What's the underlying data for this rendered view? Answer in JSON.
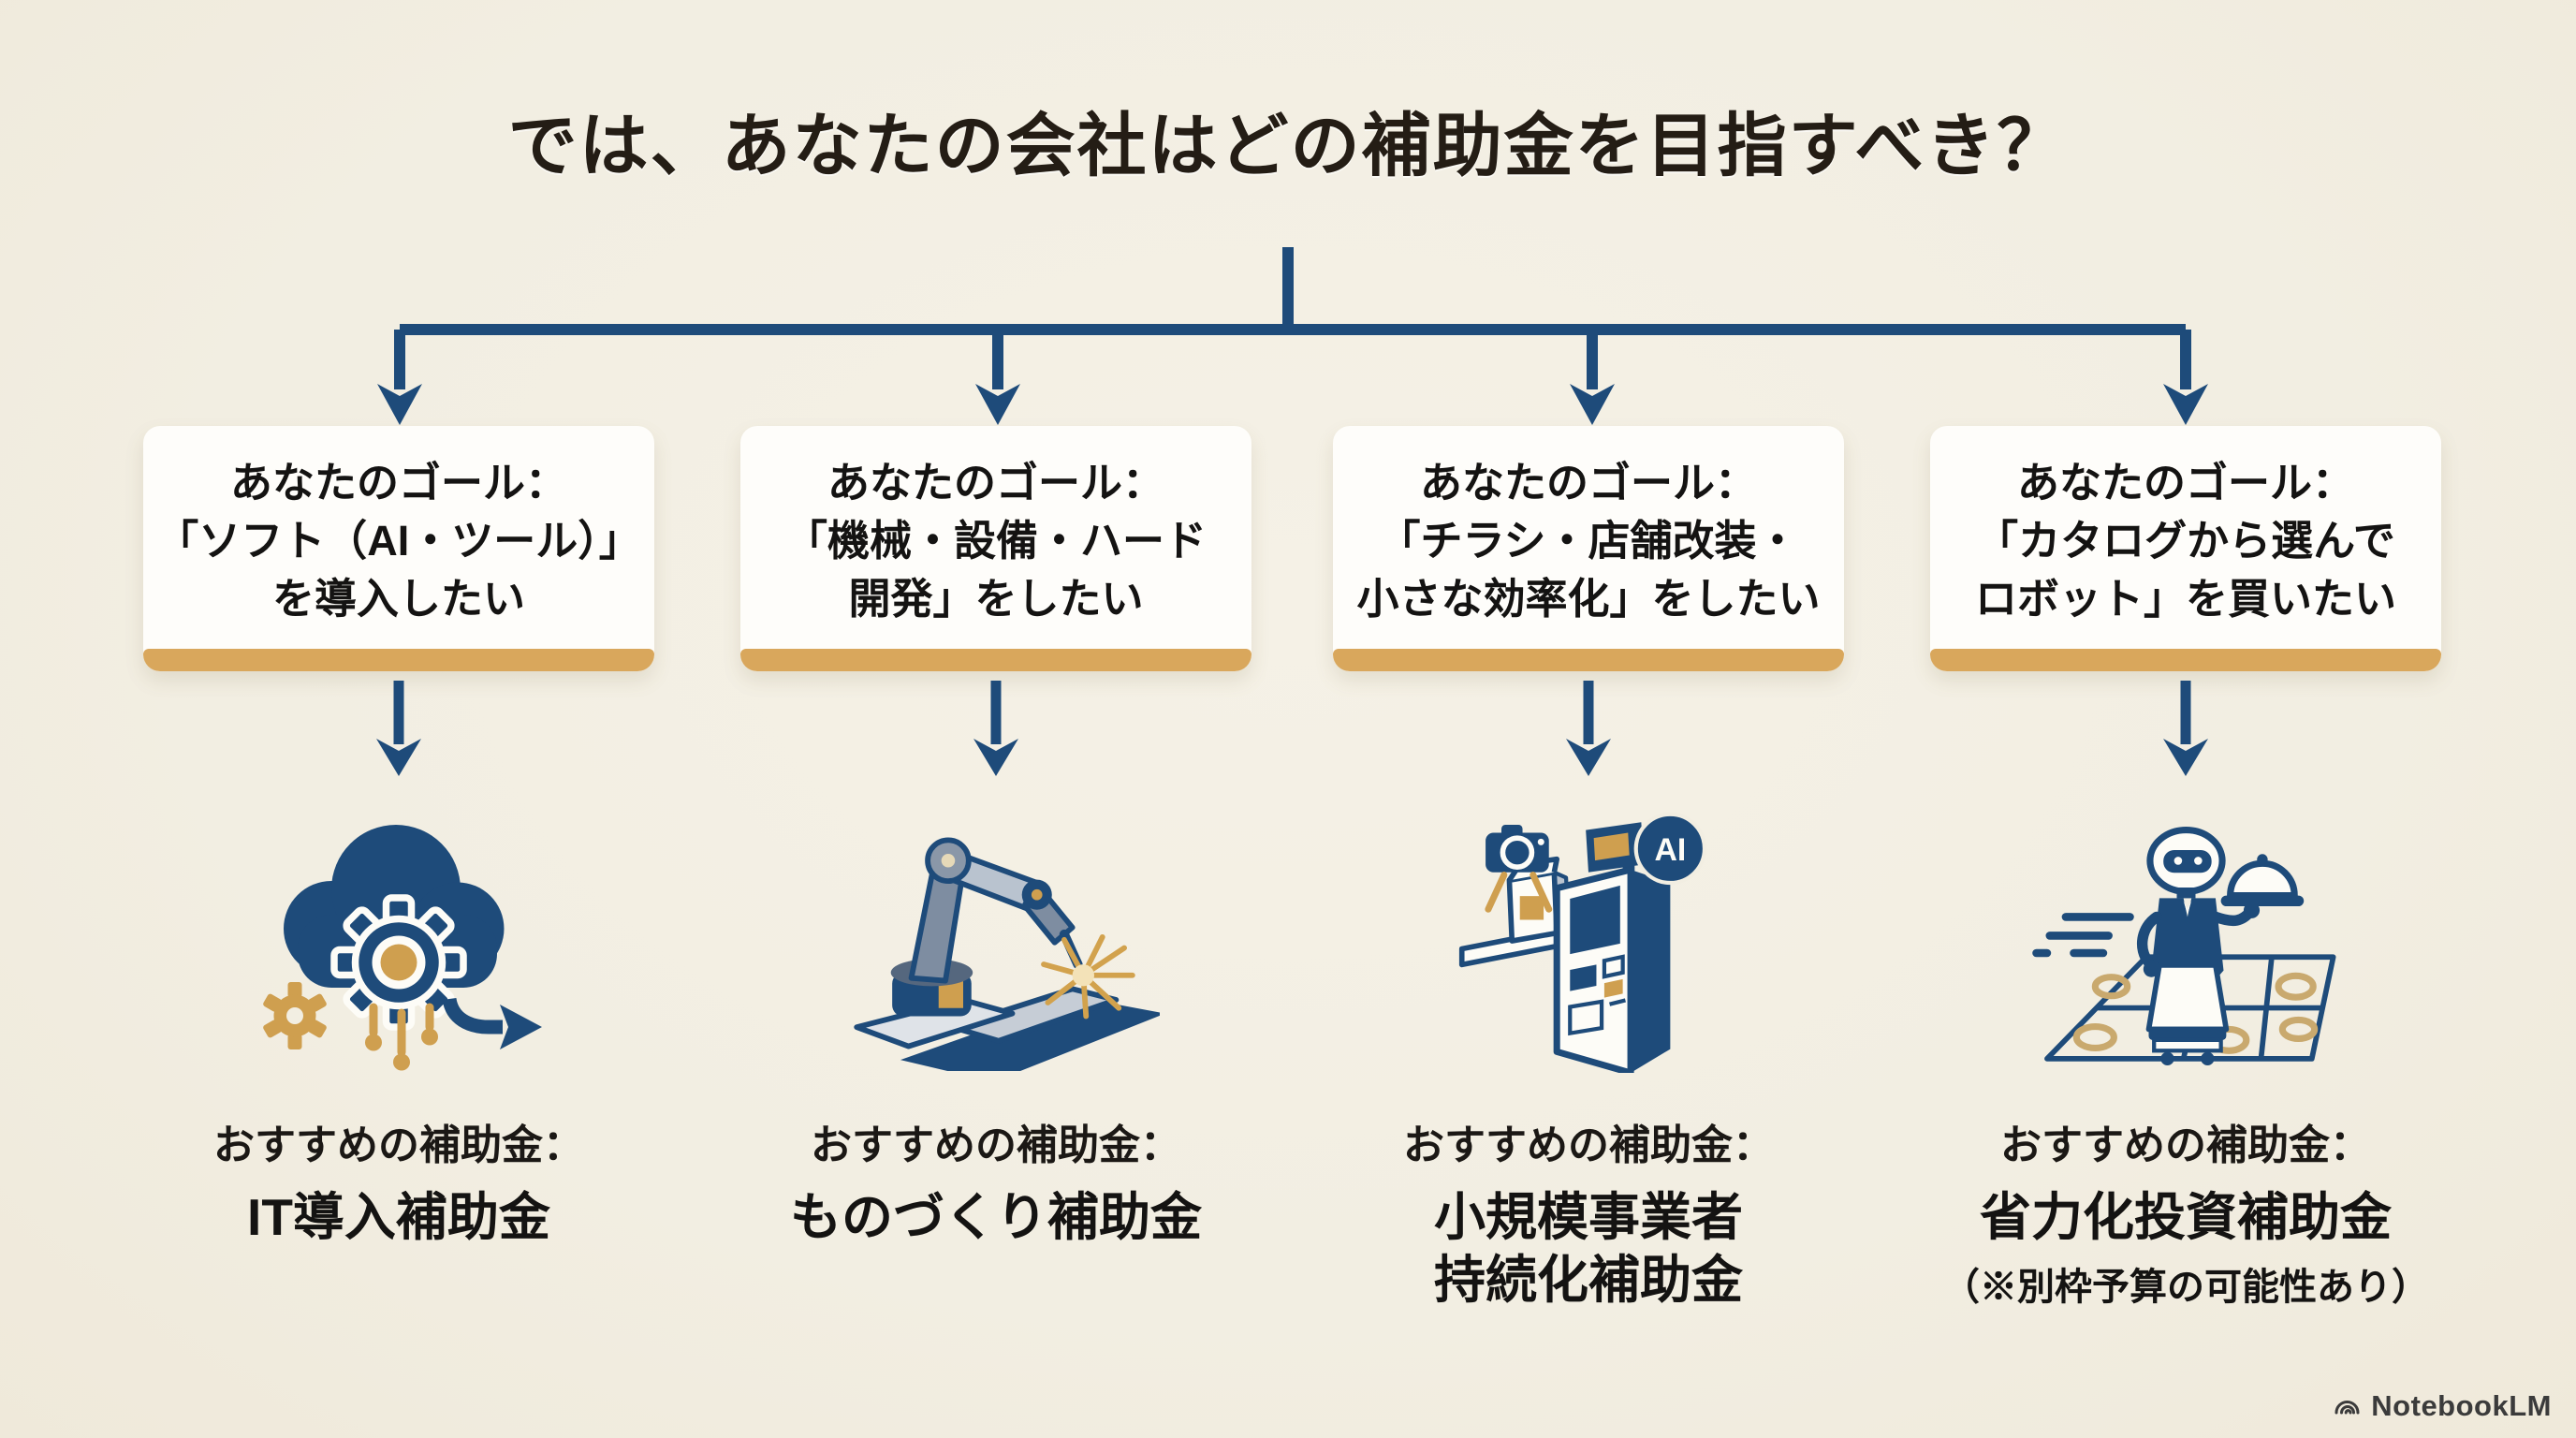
{
  "page": {
    "title": "では、あなたの会社はどの補助金を目指すべき？"
  },
  "colors": {
    "background": "#f2eee2",
    "navy": "#1e4b7a",
    "gold": "#d4a255",
    "accent_bar": "#d9a75c",
    "box_background": "#fefdfa",
    "text": "#141312"
  },
  "columns": [
    {
      "goal_label": "あなたのゴール：",
      "goal_text": "「ソフト（AI・ツール）」\nを導入したい",
      "icon": "cloud-ai-software-icon",
      "rec_label": "おすすめの補助金：",
      "rec_name": "IT導入補助金",
      "rec_note": ""
    },
    {
      "goal_label": "あなたのゴール：",
      "goal_text": "「機械・設備・ハード\n開発」をしたい",
      "icon": "robotic-welding-arm-icon",
      "rec_label": "おすすめの補助金：",
      "rec_name": "ものづくり補助金",
      "rec_note": ""
    },
    {
      "goal_label": "あなたのゴール：",
      "goal_text": "「チラシ・店舗改装・\n小さな効率化」をしたい",
      "icon": "ai-kiosk-icon",
      "rec_label": "おすすめの補助金：",
      "rec_name": "小規模事業者\n持続化補助金",
      "rec_note": ""
    },
    {
      "goal_label": "あなたのゴール：",
      "goal_text": "「カタログから選んで\nロボット」を買いたい",
      "icon": "robot-waiter-icon",
      "rec_label": "おすすめの補助金：",
      "rec_name": "省力化投資補助金",
      "rec_note": "（※別枠予算の可能性あり）"
    }
  ],
  "branding": {
    "logo_icon": "notebooklm-logo-icon",
    "label": "NotebookLM"
  }
}
